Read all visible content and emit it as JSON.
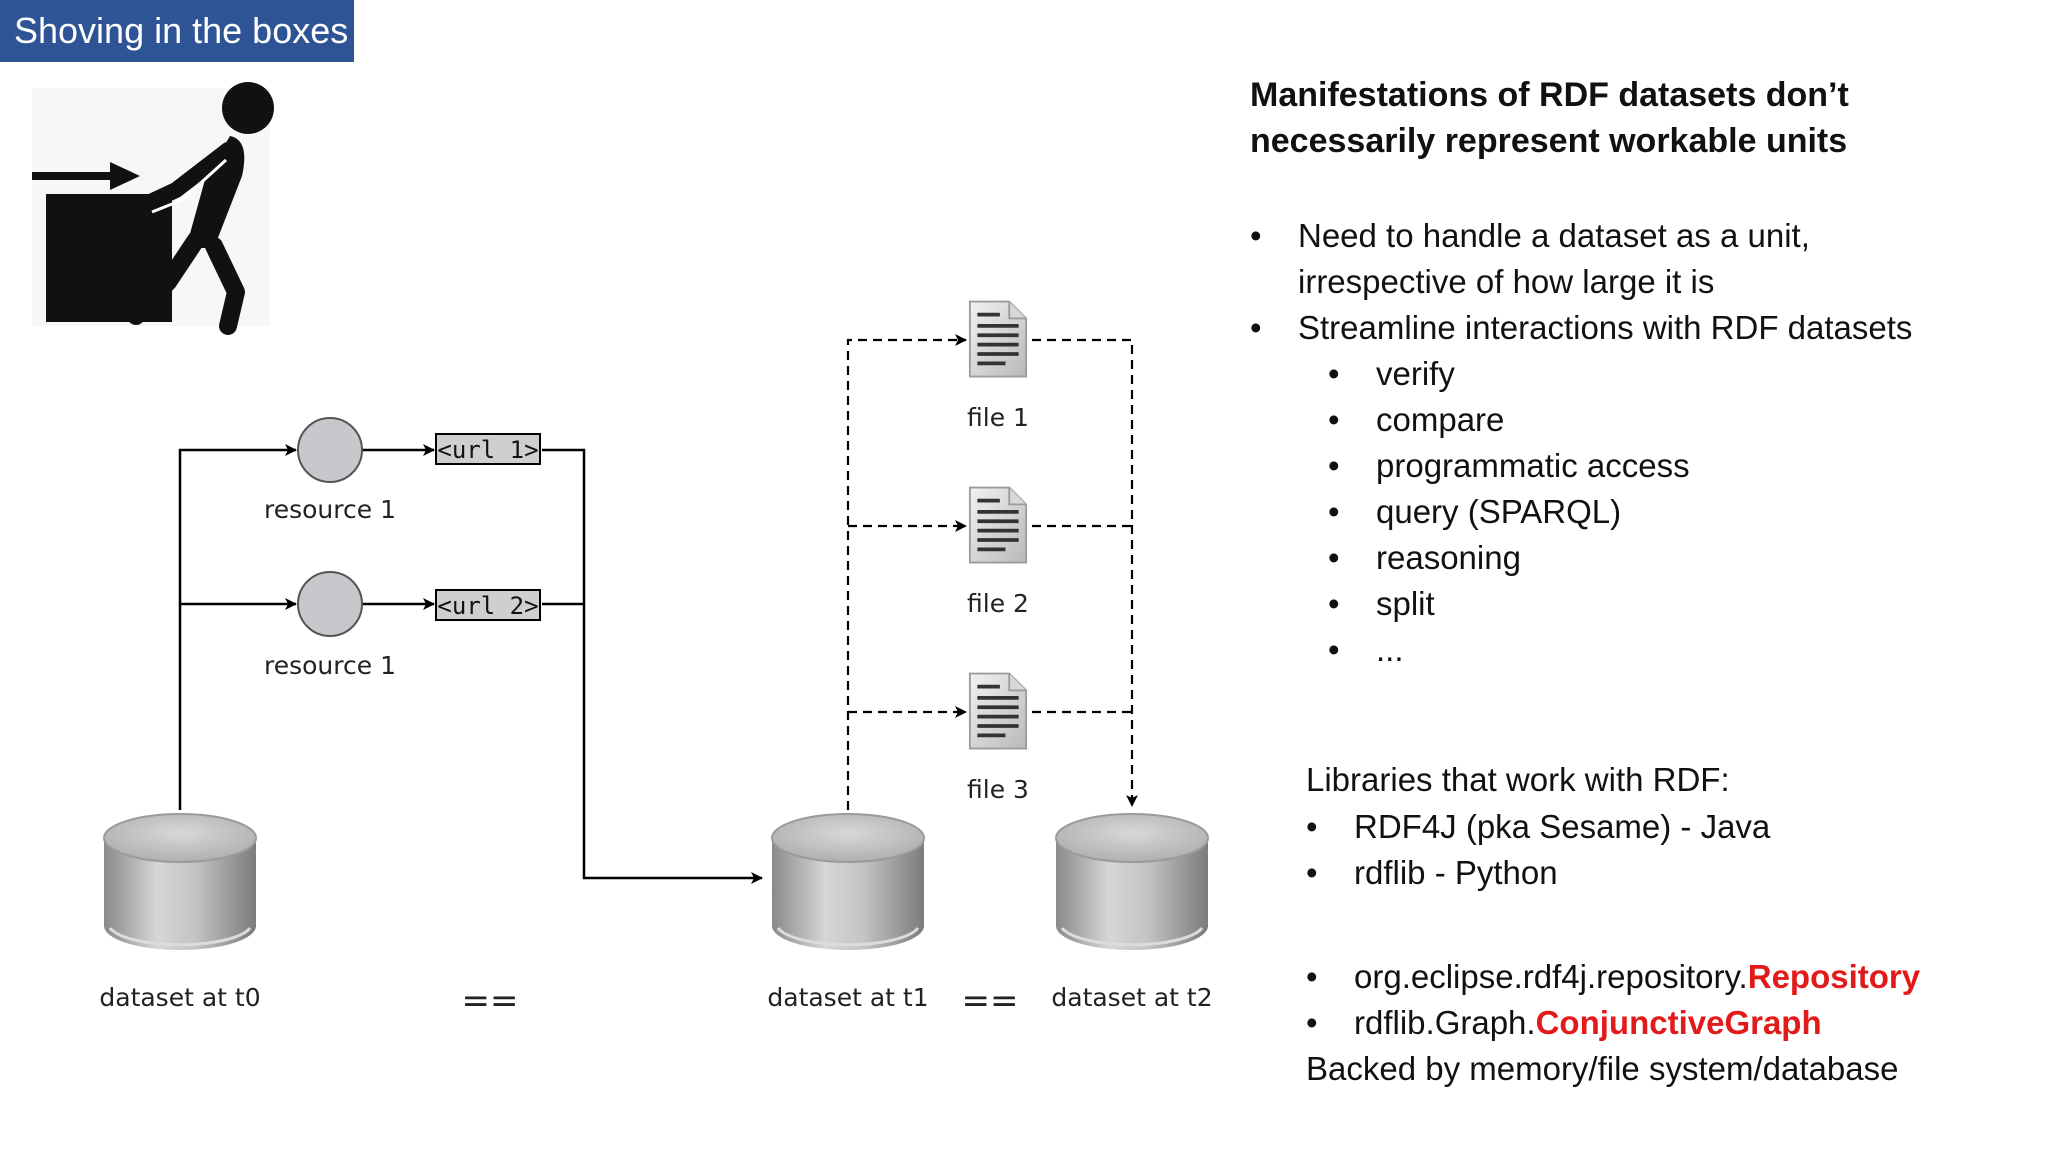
{
  "slide": {
    "title": "Shoving in the boxes"
  },
  "diagram": {
    "resource_a_label": "resource 1",
    "resource_b_label": "resource 1",
    "url_1": "<url 1>",
    "url_2": "<url 2>",
    "file_1": "file 1",
    "file_2": "file 2",
    "file_3": "file 3",
    "dataset_t0": "dataset at t0",
    "dataset_t1": "dataset at t1",
    "dataset_t2": "dataset at t2",
    "equals_1": "==",
    "equals_2": "=="
  },
  "text": {
    "heading_line1": "Manifestations of RDF datasets don’t",
    "heading_line2": "necessarily represent  workable units",
    "bullets": [
      "Need to handle a dataset as a unit,",
      "irrespective of how large it is",
      "Streamline interactions with RDF datasets"
    ],
    "sub_bullets": [
      "verify",
      "compare",
      "programmatic access",
      "query (SPARQL)",
      "reasoning",
      "split",
      "..."
    ],
    "libraries_title": "Libraries that work with RDF:",
    "libraries": [
      "RDF4J (pka Sesame) - Java",
      "rdflib - Python"
    ],
    "classes": [
      {
        "prefix": "org.eclipse.rdf4j.repository.",
        "highlight": "Repository"
      },
      {
        "prefix": "rdflib.Graph.",
        "highlight": "ConjunctiveGraph"
      }
    ],
    "backed_by": "Backed by memory/file system/database"
  },
  "colors": {
    "title_bar": "#2f5496",
    "highlight": "#e21a1a",
    "node_fill": "#c8c8cc"
  },
  "icons": {
    "figure": "person-pushing-box-icon",
    "file": "document-icon",
    "dataset": "database-cylinder-icon"
  }
}
